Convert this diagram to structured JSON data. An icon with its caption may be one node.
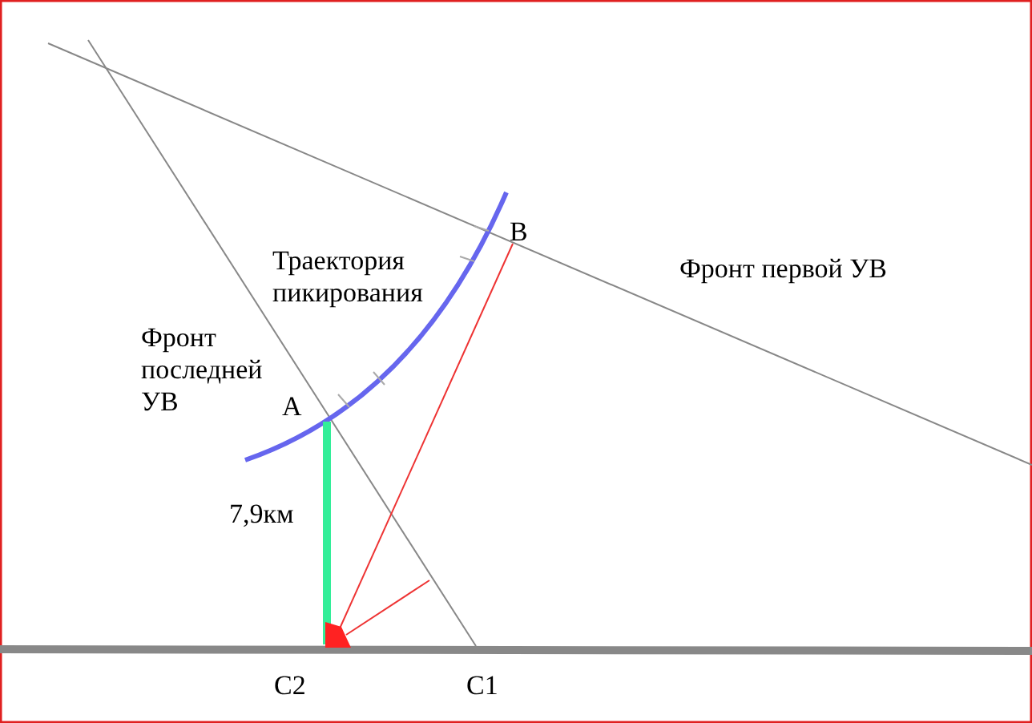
{
  "diagram": {
    "labels": [
      "B",
      "Траектория пикирования",
      "Фронт первой УВ",
      "Фронт последней УВ",
      "A",
      "7,9км",
      "C2",
      "C1"
    ]
  }
}
